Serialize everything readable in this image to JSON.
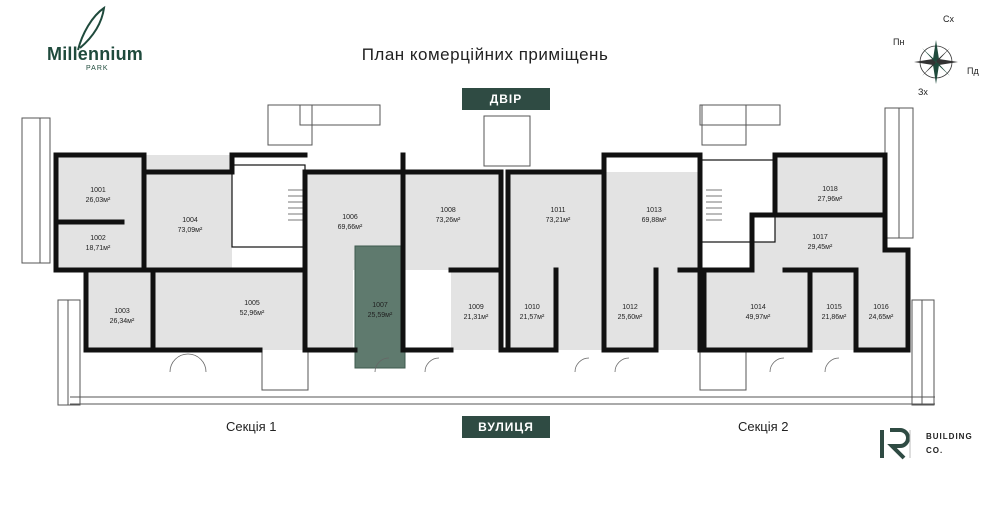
{
  "logo": {
    "name": "Millennium",
    "sub": "PARK"
  },
  "title": "План комерційних приміщень",
  "tags": {
    "courtyard": "ДВІР",
    "street": "ВУЛИЦЯ"
  },
  "sections": {
    "s1": "Секція 1",
    "s2": "Секція 2"
  },
  "compass": {
    "n": "Пн",
    "e": "Сх",
    "s": "Пд",
    "w": "Зх"
  },
  "brand": {
    "line1": "BUILDING",
    "line2": "CO."
  },
  "colors": {
    "accent": "#2f4b43",
    "highlight": "#5f7a6e",
    "room": "#e3e3e3",
    "wall": "#111111"
  },
  "highlighted_unit": "1007",
  "units": [
    {
      "id": "1001",
      "area": "26,03м²"
    },
    {
      "id": "1002",
      "area": "18,71м²"
    },
    {
      "id": "1003",
      "area": "26,34м²"
    },
    {
      "id": "1004",
      "area": "73,09м²"
    },
    {
      "id": "1005",
      "area": "52,96м²"
    },
    {
      "id": "1006",
      "area": "69,66м²"
    },
    {
      "id": "1007",
      "area": "25,59м²"
    },
    {
      "id": "1008",
      "area": "73,26м²"
    },
    {
      "id": "1009",
      "area": "21,31м²"
    },
    {
      "id": "1010",
      "area": "21,57м²"
    },
    {
      "id": "1011",
      "area": "73,21м²"
    },
    {
      "id": "1012",
      "area": "25,60м²"
    },
    {
      "id": "1013",
      "area": "69,88м²"
    },
    {
      "id": "1014",
      "area": "49,97м²"
    },
    {
      "id": "1015",
      "area": "21,86м²"
    },
    {
      "id": "1016",
      "area": "24,65м²"
    },
    {
      "id": "1017",
      "area": "29,45м²"
    },
    {
      "id": "1018",
      "area": "27,96м²"
    }
  ]
}
